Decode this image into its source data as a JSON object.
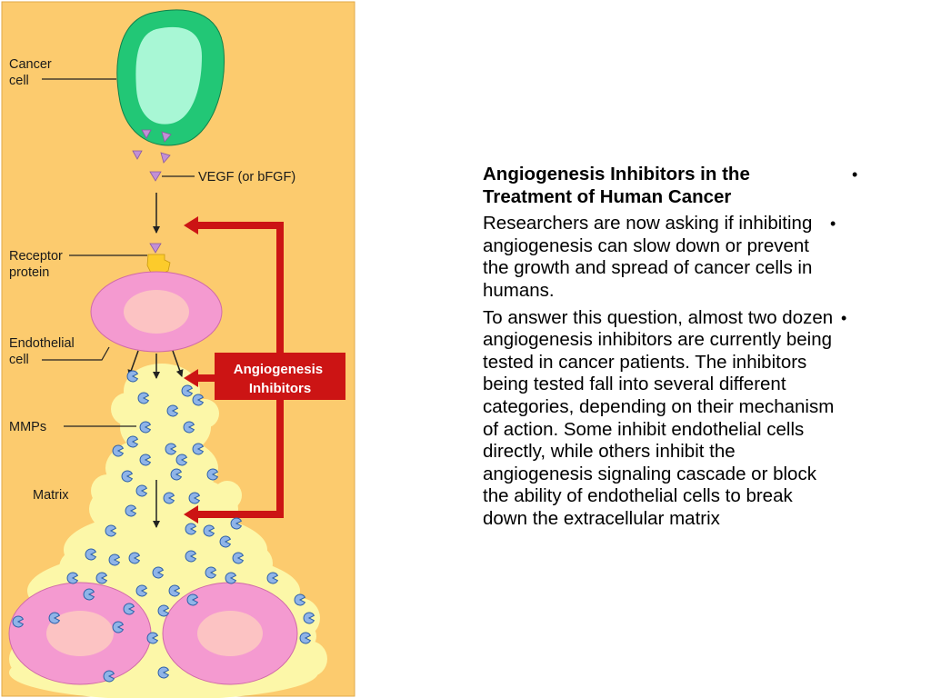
{
  "figure": {
    "labels": {
      "cancer_cell": "Cancer\ncell",
      "vegf": "VEGF (or bFGF)",
      "receptor": "Receptor\nprotein",
      "endothelial": "Endothelial\ncell",
      "mmps": "MMPs",
      "matrix": "Matrix",
      "inhibitors": "Angiogenesis\nInhibitors"
    },
    "colors": {
      "background": "#fccb6e",
      "cancer_outer": "#22c776",
      "cancer_inner": "#a8f7d5",
      "endothelial_outer": "#f49ad0",
      "endothelial_inner": "#fcc3c3",
      "vegf": "#c28fd6",
      "receptor": "#fccb2b",
      "matrix": "#fcf7a8",
      "mmp": "#8fb4e8",
      "inhibitor_red": "#cc1414"
    }
  },
  "slide": {
    "bullets": [
      "Angiogenesis Inhibitors in the Treatment of Human Cancer",
      "Researchers are now asking if inhibiting angiogenesis can slow down or prevent the growth and spread of cancer cells in humans.",
      "To answer this question, almost two dozen angiogenesis inhibitors are currently being tested in cancer patients. The inhibitors being tested fall into several different categories, depending on their mechanism of action. Some inhibit endothelial cells directly, while others inhibit the angiogenesis signaling cascade or block the ability of endothelial cells to break down the extracellular matrix"
    ],
    "bullet_symbol": "•"
  }
}
